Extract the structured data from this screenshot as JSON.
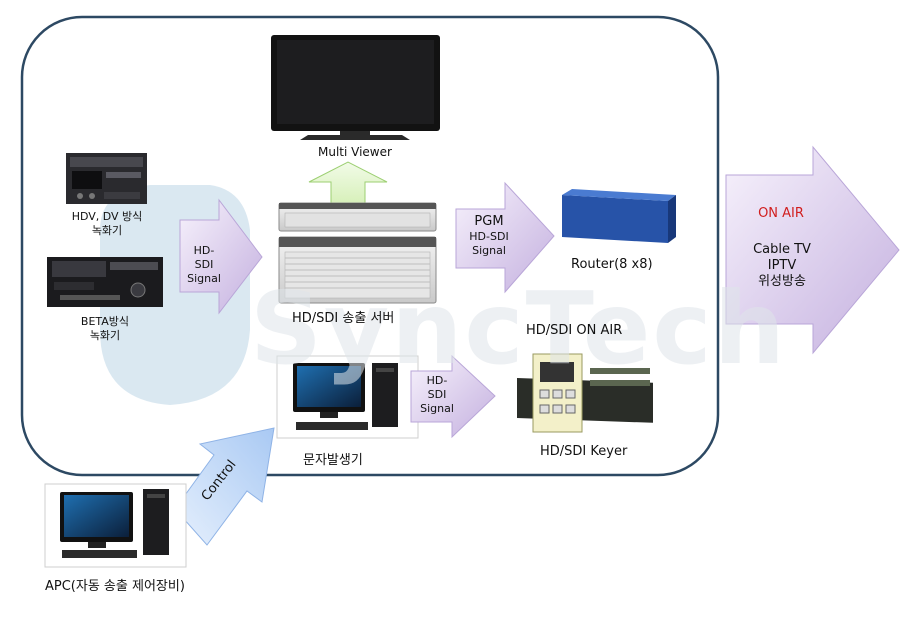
{
  "watermark": {
    "text": "SyncTech"
  },
  "devices": {
    "multi_viewer": "Multi Viewer",
    "hdv_recorder": [
      "HDV, DV 방식",
      "녹화기"
    ],
    "beta_recorder": [
      "BETA방식",
      "녹화기"
    ],
    "server": "HD/SDI 송출 서버",
    "router": "Router(8 x8)",
    "on_air_title": "HD/SDI ON AIR",
    "keyer": "HD/SDI Keyer",
    "char_gen": "문자발생기",
    "apc": "APC(자동 송출 제어장비)"
  },
  "arrows": {
    "input_signal": [
      "HD-",
      "SDI",
      "Signal"
    ],
    "pgm": [
      "PGM",
      "HD-SDI",
      "Signal"
    ],
    "keyer_signal": [
      "HD-",
      "SDI",
      "Signal"
    ],
    "control": "Control"
  },
  "output": {
    "on_air": "ON AIR",
    "channels": [
      "Cable TV",
      "IPTV",
      "위성방송"
    ]
  },
  "colors": {
    "border": "#2d4963",
    "arrow_purple_light": "#f4eefa",
    "arrow_purple_dark": "#c6b4e0",
    "arrow_green": "#e6f7d3",
    "arrow_blue": "#cfe2fb",
    "on_air_red": "#d11e1e"
  }
}
